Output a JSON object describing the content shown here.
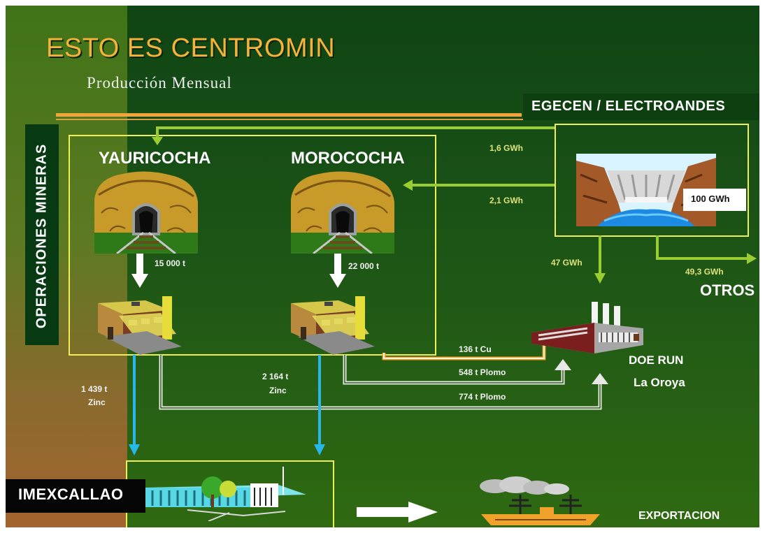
{
  "header": {
    "title": "ESTO ES CENTROMIN",
    "subtitle": "Producción Mensual",
    "provider": "EGECEN / ELECTROANDES"
  },
  "sections": {
    "operations_label": "OPERACIONES MINERAS"
  },
  "mines": [
    {
      "name": "YAURICOCHA",
      "tonnage": "15 000 t"
    },
    {
      "name": "MOROCOCHA",
      "tonnage": "22 000 t"
    }
  ],
  "power": {
    "plant_output": "100 GWh",
    "to_yauricocha": "1,6  GWh",
    "to_morococha": "2,1  GWh",
    "to_doe_run": "47 GWh",
    "to_others": "49,3 GWh",
    "others_label": "OTROS"
  },
  "flows": {
    "copper": "136  t   Cu",
    "lead_morococha": "548  t   Plomo",
    "lead_yauricocha": "774  t   Plomo",
    "zinc_yauricocha_qty": "1 439  t",
    "zinc_yauricocha_unit": "Zinc",
    "zinc_morococha_qty": "2 164  t",
    "zinc_morococha_unit": "Zinc"
  },
  "destinations": {
    "refinery_line1": "DOE RUN",
    "refinery_line2": "La Oroya",
    "port": "IMEXCALLAO",
    "export": "EXPORTACION"
  },
  "colors": {
    "title": "#f6b23a",
    "rule": "#f2a33a",
    "power_arrow": "#9acd32",
    "zinc_arrow": "#29b6e8",
    "copper_arrow": "#f0a030",
    "box_border": "#f1ee55"
  }
}
